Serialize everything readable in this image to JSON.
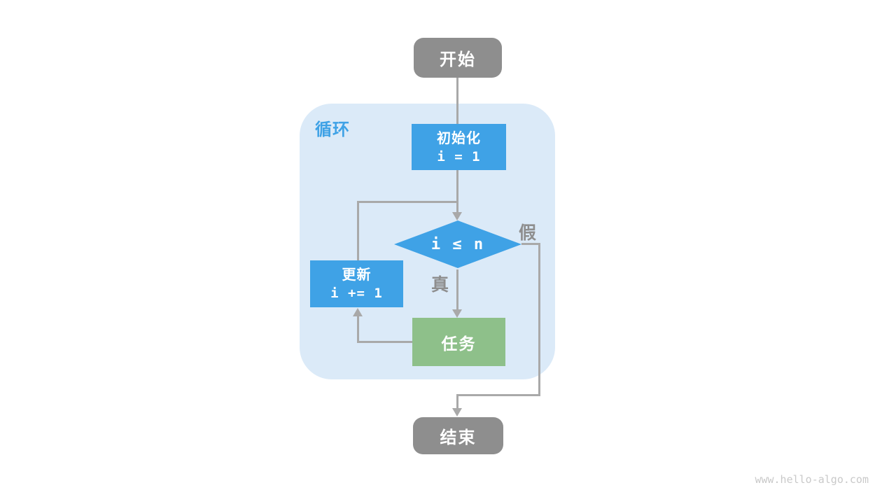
{
  "page": {
    "watermark": "www.hello-algo.com",
    "background": "#ffffff"
  },
  "diagram": {
    "type": "flowchart",
    "region": {
      "label": "循环"
    },
    "nodes": {
      "start": {
        "label": "开始",
        "shape": "rounded-terminal",
        "color": "#8e8e8e"
      },
      "init": {
        "label": "初始化",
        "code": "i = 1",
        "shape": "rectangle",
        "color": "#3fa2e6"
      },
      "condition": {
        "code": "i ≤ n",
        "shape": "diamond",
        "color": "#3fa2e6"
      },
      "update": {
        "label": "更新",
        "code": "i += 1",
        "shape": "rectangle",
        "color": "#3fa2e6"
      },
      "task": {
        "label": "任务",
        "shape": "rectangle",
        "color": "#8ec08a"
      },
      "end": {
        "label": "结束",
        "shape": "rounded-terminal",
        "color": "#8e8e8e"
      }
    },
    "edge_labels": {
      "true": "真",
      "false": "假"
    },
    "flow": [
      "start -> init",
      "init -> condition",
      "condition -true-> task",
      "task -> update",
      "update -> condition",
      "condition -false-> end"
    ],
    "colors": {
      "terminal_gray": "#8e8e8e",
      "process_blue": "#3fa2e6",
      "task_green": "#8ec08a",
      "region_bg": "#dbeaf8",
      "region_label": "#3fa2e6",
      "line_gray": "#a9a9a9",
      "edge_label_gray": "#8e8e8e",
      "watermark_gray": "#c9c9c9"
    }
  }
}
